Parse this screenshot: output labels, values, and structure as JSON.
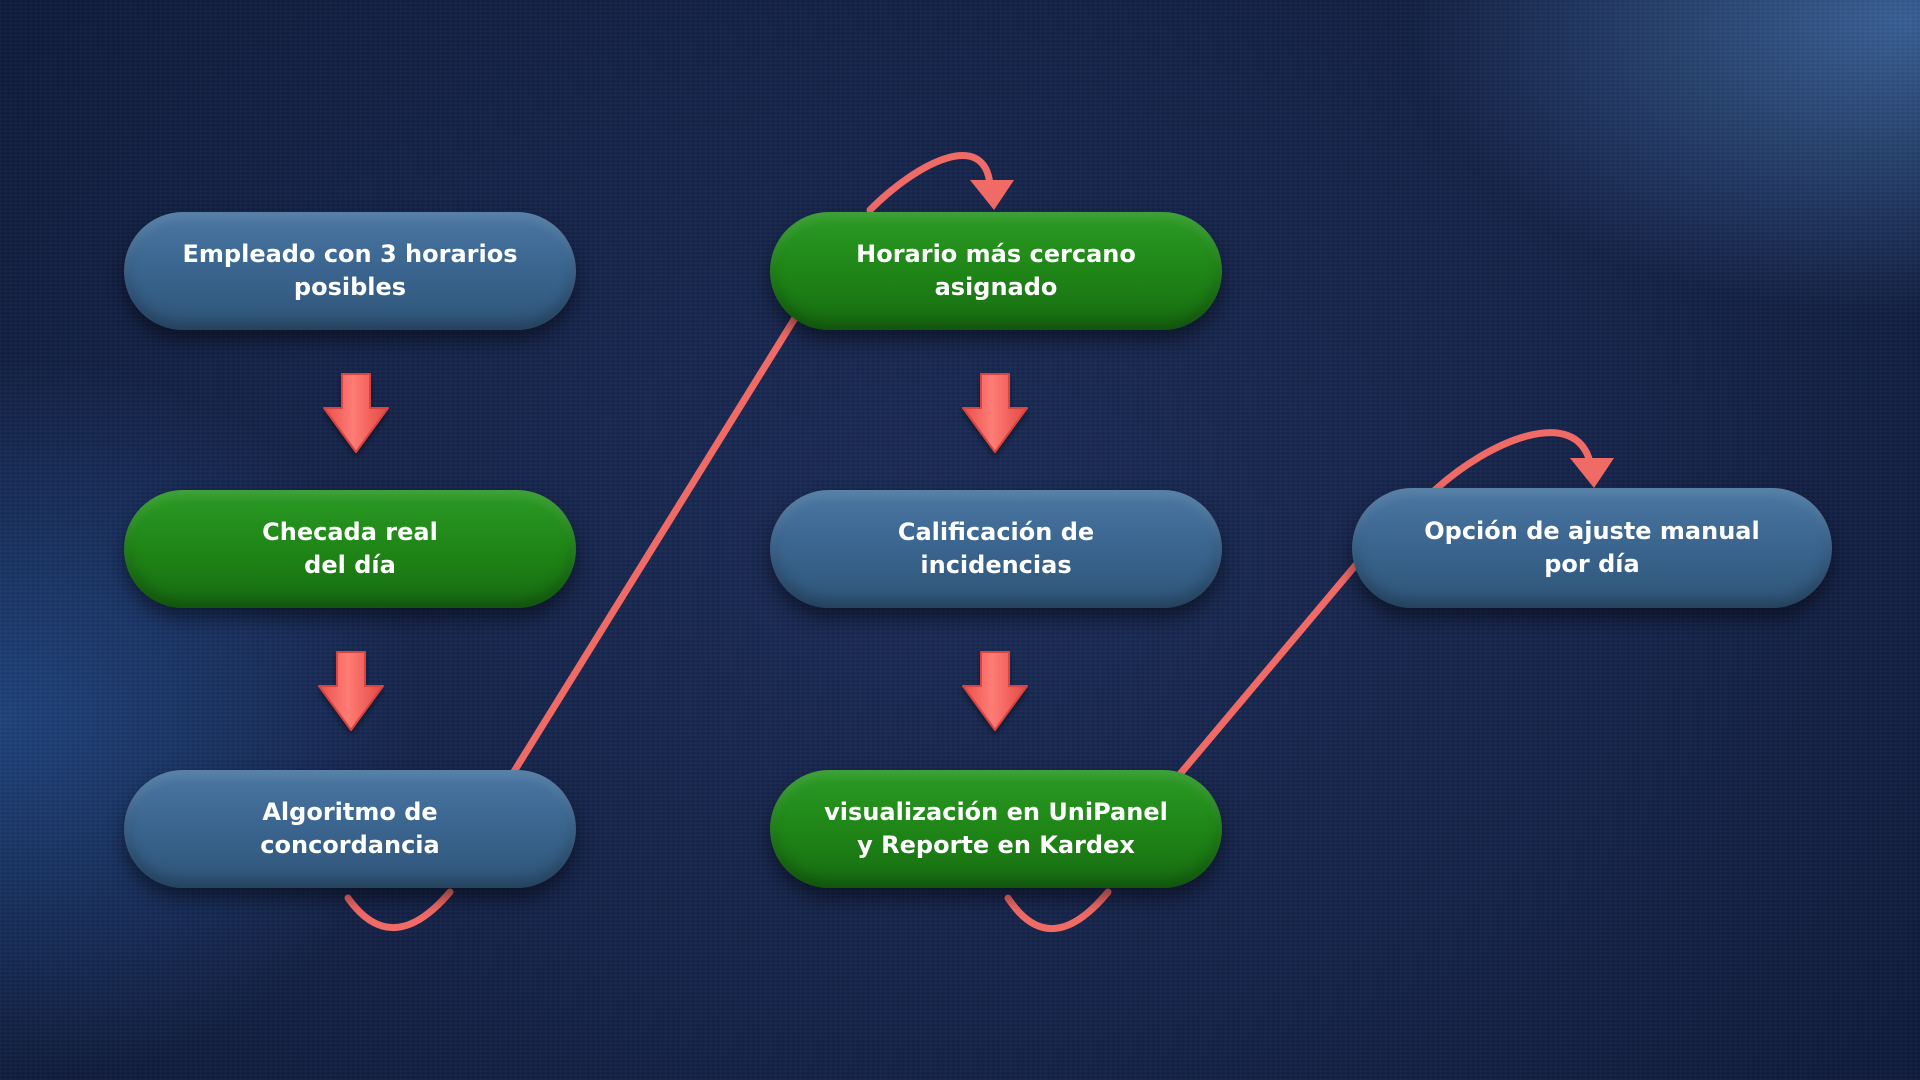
{
  "nodes": {
    "employee": {
      "text": "Empleado con 3 horarios\nposibles",
      "color": "#3b6690"
    },
    "check_in": {
      "text": "Checada real\ndel día",
      "color": "#1f8617"
    },
    "algorithm": {
      "text": "Algoritmo de\nconcordancia",
      "color": "#3b6690"
    },
    "schedule": {
      "text": "Horario más cercano\nasignado",
      "color": "#1f8617"
    },
    "rating": {
      "text": "Calificación de\nincidencias",
      "color": "#3b6690"
    },
    "visualization": {
      "text": "visualización en UniPanel\ny Reporte en Kardex",
      "color": "#1f8617"
    },
    "adjustment": {
      "text": "Opción de ajuste manual\npor día",
      "color": "#3b6690"
    }
  },
  "colors": {
    "arrow": "#f2645f",
    "background": "#152349"
  }
}
